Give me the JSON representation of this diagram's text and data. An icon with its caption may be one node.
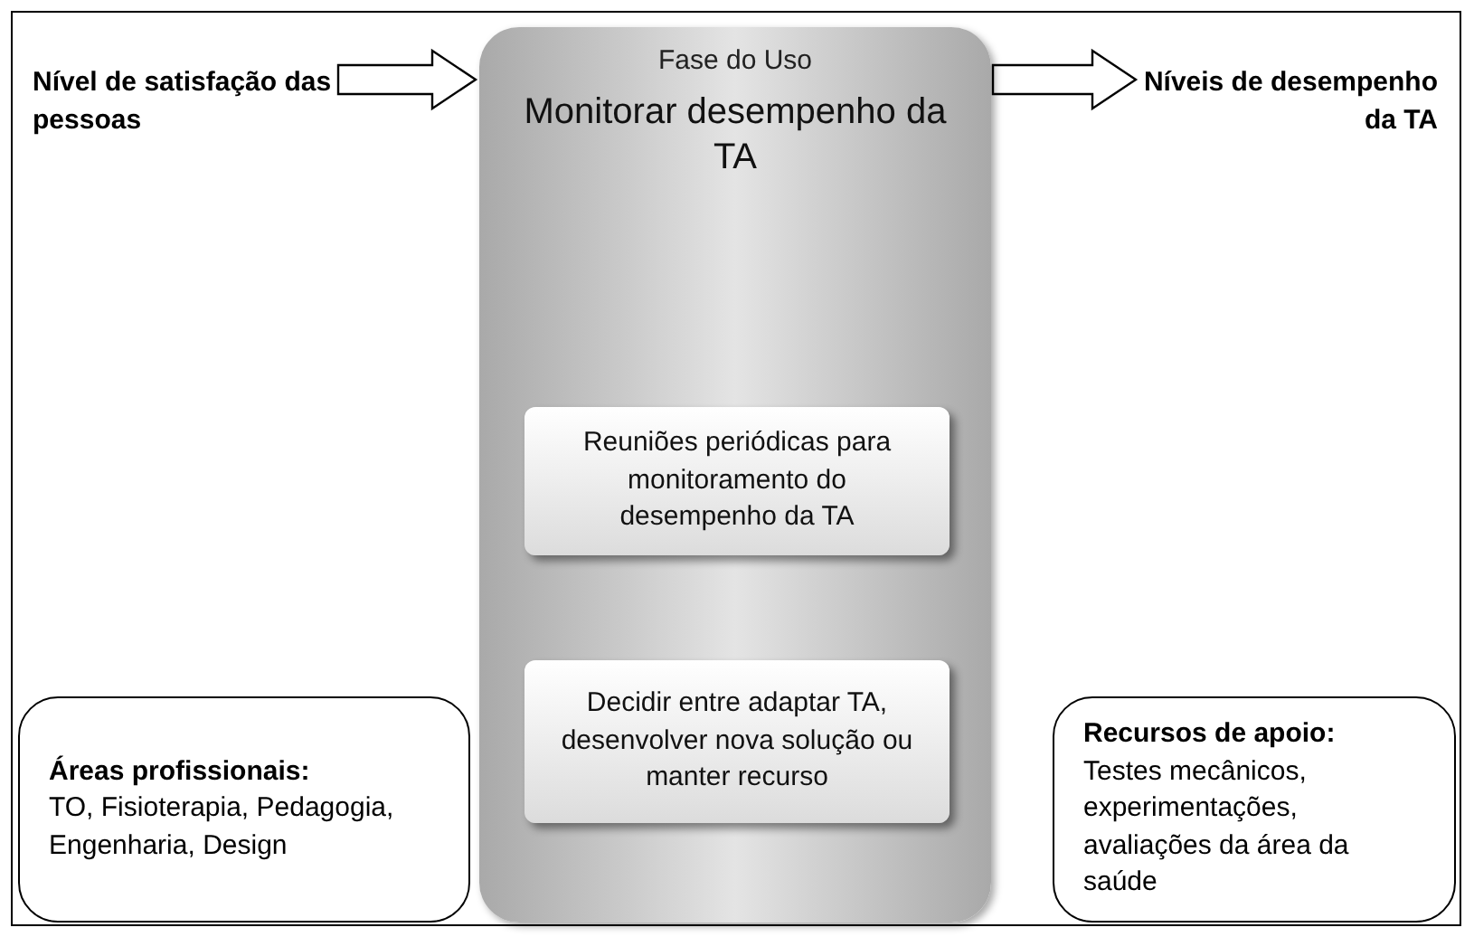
{
  "diagram": {
    "nodes": [
      {
        "text": [
          "Nível de satisfação das pessoas"
        ]
      },
      {
        "text": [
          "Fase do Uso",
          "Monitorar desempenho da TA"
        ]
      },
      {
        "text": [
          "Reuniões periódicas para monitoramento do desempenho da TA"
        ],
        "in": 1
      },
      {
        "text": [
          "Decidir entre adaptar TA, desenvolver nova solução ou manter recurso"
        ],
        "in": 1
      },
      {
        "text": [
          "Níveis de desempenho da TA"
        ]
      },
      {
        "text": [
          "Áreas profissionais:",
          "TO, Fisioterapia, Pedagogia, Engenharia, Design"
        ]
      },
      {
        "text": [
          "Recursos de apoio:",
          "Testes mecânicos, experimentações, avaliações da área da saúde"
        ]
      }
    ],
    "edges": [
      {
        "from": 0,
        "to": 1,
        "arrow": "to",
        "style": "thick"
      },
      {
        "from": 1,
        "to": 4,
        "arrow": "to",
        "style": "thick"
      }
    ]
  }
}
